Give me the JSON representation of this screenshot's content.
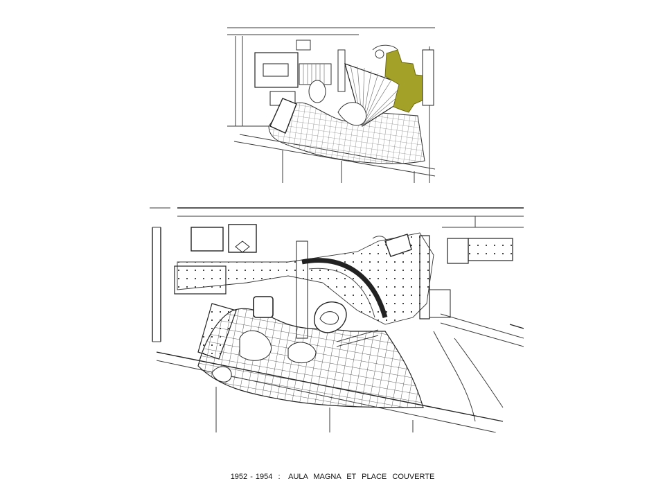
{
  "caption": "1952 - 1954  :   AULA  MAGNA  ET  PLACE  COUVERTE",
  "colors": {
    "highlight": "#a3a128",
    "line": "#3a3a3a",
    "background": "#ffffff"
  },
  "plans": [
    {
      "id": "site-plan-top",
      "has_highlight": true
    },
    {
      "id": "site-plan-bottom",
      "has_highlight": false
    }
  ]
}
